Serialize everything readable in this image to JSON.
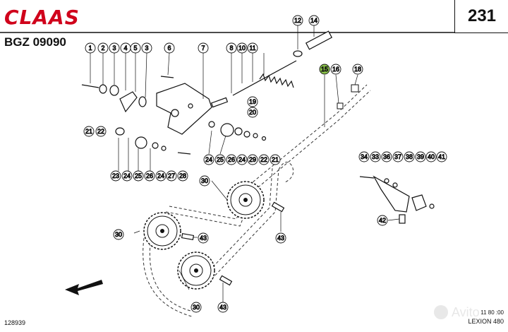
{
  "header": {
    "brand": "CLAAS",
    "doc_code": "BGZ 09090",
    "page_number": "231"
  },
  "footer": {
    "drawing_number": "128939",
    "edition": "11 80 :00",
    "model": "LEXION 480"
  },
  "callouts": {
    "c12": "12",
    "c14": "14",
    "c1": "1",
    "c2": "2",
    "c3a": "3",
    "c4": "4",
    "c5": "5",
    "c3b": "3",
    "c6": "6",
    "c7": "7",
    "c8": "8",
    "c10": "10",
    "c11": "11",
    "c19": "19",
    "c20": "20",
    "c21a": "21",
    "c22a": "22",
    "c23": "23",
    "c24a": "24",
    "c25a": "25",
    "c26a": "26",
    "c24b": "24",
    "c27": "27",
    "c28": "28",
    "c24c": "24",
    "c25b": "25",
    "c26b": "26",
    "c24d": "24",
    "c29": "29",
    "c22b": "22",
    "c21b": "21",
    "c15": "15",
    "c16": "16",
    "c18": "18",
    "c34": "34",
    "c33": "33",
    "c36": "36",
    "c37": "37",
    "c38": "38",
    "c39": "39",
    "c40": "40",
    "c41": "41",
    "c42": "42",
    "c30a": "30",
    "c30b": "30",
    "c30c": "30",
    "c43a": "43",
    "c43b": "43",
    "c43c": "43"
  },
  "colors": {
    "brand": "#d0021b",
    "highlight": "#8bc34a",
    "line": "#111111"
  }
}
